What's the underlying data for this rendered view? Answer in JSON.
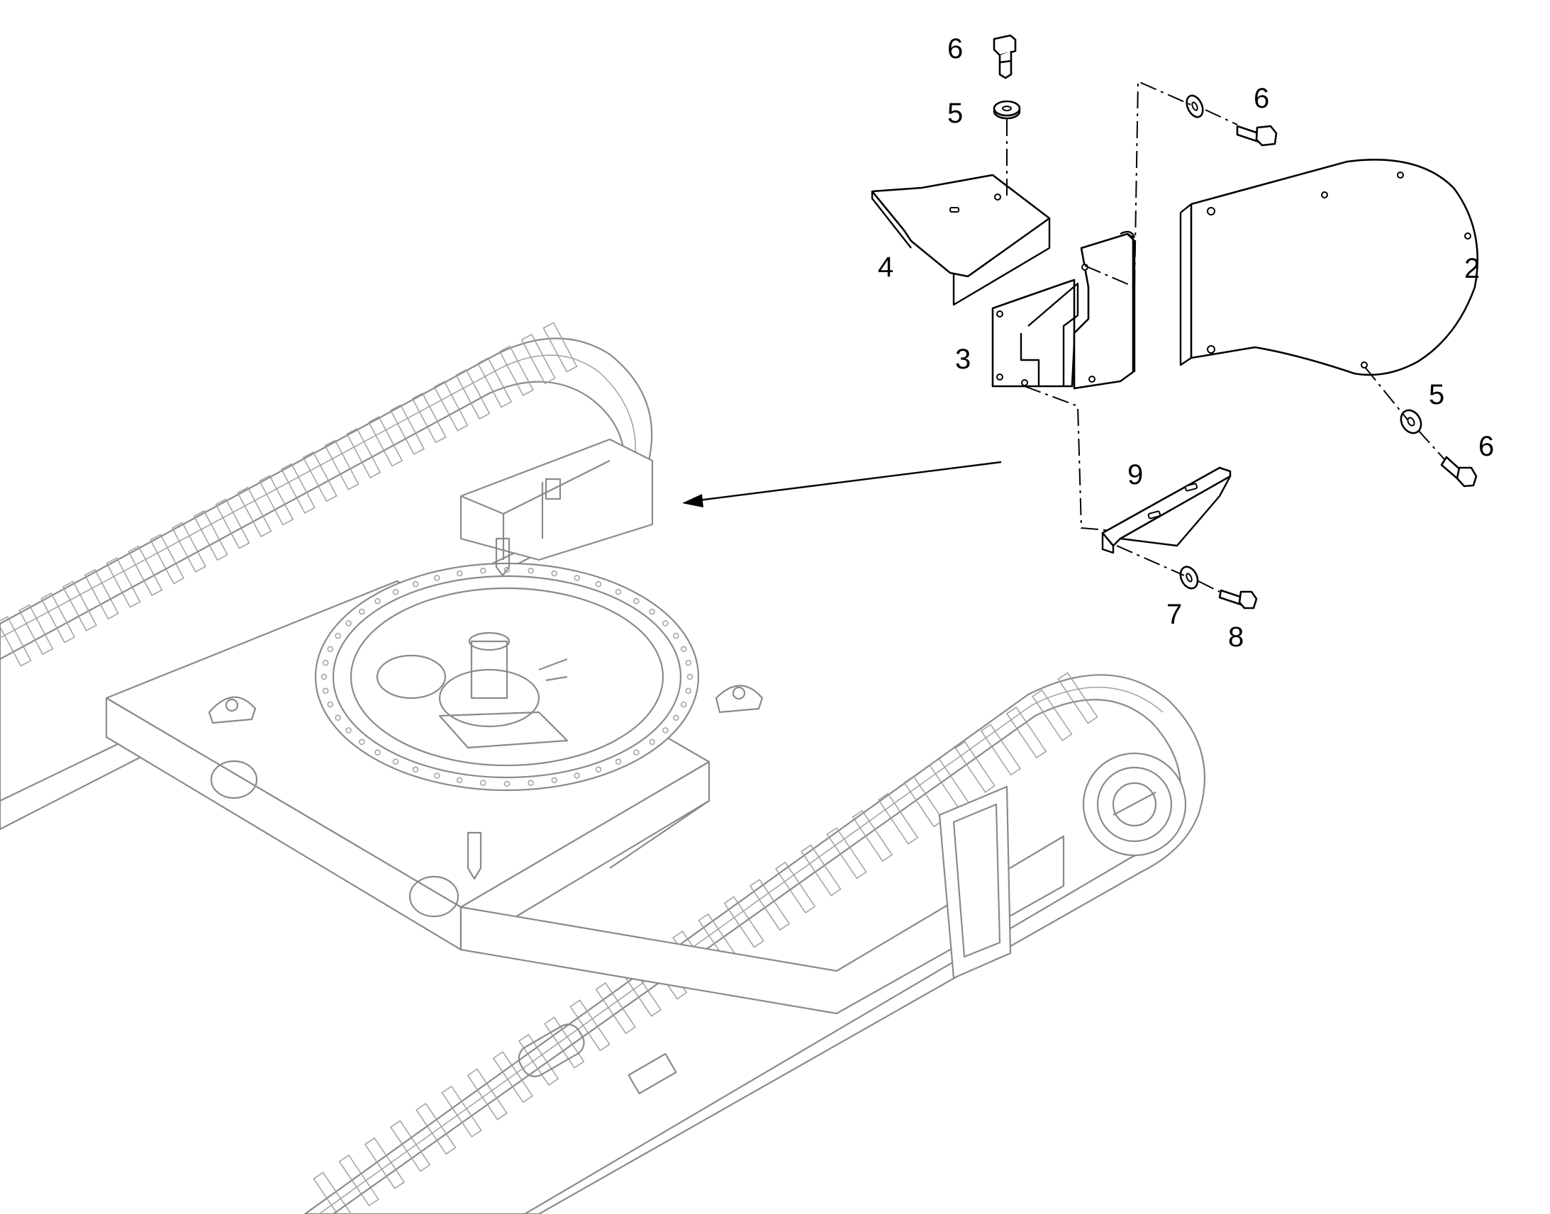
{
  "callouts": {
    "c2": "2",
    "c3": "3",
    "c4": "4",
    "c5_top": "5",
    "c6_top": "6",
    "c6_right_top": "6",
    "c5_right": "5",
    "c6_right": "6",
    "c9": "9",
    "c7": "7",
    "c8": "8"
  },
  "colors": {
    "line": "#000000",
    "ghost": "#8a8a8a",
    "background": "#ffffff"
  }
}
